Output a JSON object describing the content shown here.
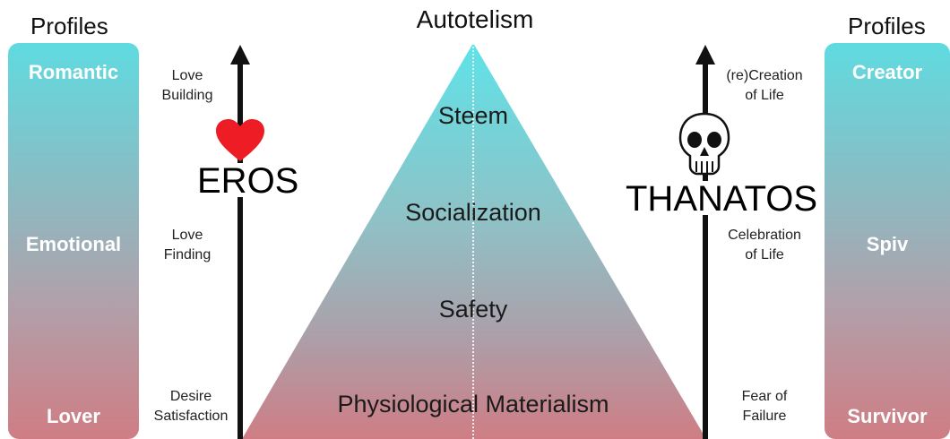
{
  "title": "Autotelism",
  "left_panel": {
    "heading": "Profiles",
    "profiles": [
      "Romantic",
      "Emotional",
      "Lover"
    ]
  },
  "right_panel": {
    "heading": "Profiles",
    "profiles": [
      "Creator",
      "Spiv",
      "Survivor"
    ]
  },
  "eros_axis": {
    "name": "EROS",
    "icon": "heart-icon",
    "levels": [
      {
        "line1": "Love",
        "line2": "Building"
      },
      {
        "line1": "Love",
        "line2": "Finding"
      },
      {
        "line1": "Desire",
        "line2": "Satisfaction"
      }
    ]
  },
  "thanatos_axis": {
    "name": "THANATOS",
    "icon": "skull-icon",
    "levels": [
      {
        "line1": "(re)Creation",
        "line2": "of Life"
      },
      {
        "line1": "Celebration",
        "line2": "of Life"
      },
      {
        "line1": "Fear of",
        "line2": "Failure"
      }
    ]
  },
  "pyramid": {
    "levels": [
      "Steem",
      "Socialization",
      "Safety",
      "Physiological Materialism"
    ]
  },
  "colors": {
    "top": "#5fdbe0",
    "bottom": "#cf7d84",
    "heart": "#ee1c24"
  }
}
